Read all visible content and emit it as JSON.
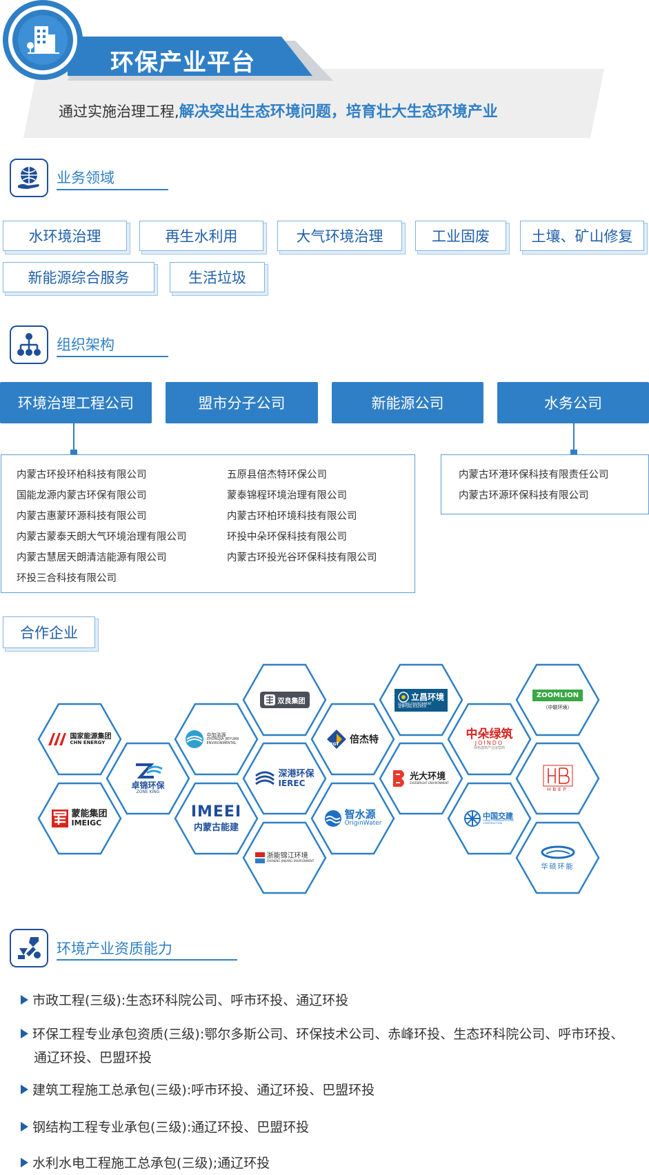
{
  "header": {
    "title": "环保产业平台",
    "tagline_prefix": "通过实施治理工程,",
    "tagline_highlight": "解决突出生态环境问题，培育壮大生态环境产业"
  },
  "business": {
    "title": "业务领域",
    "tags": [
      "水环境治理",
      "再生水利用",
      "大气环境治理",
      "工业固废",
      "土壤、矿山修复",
      "新能源综合服务",
      "生活垃圾"
    ]
  },
  "org": {
    "title": "组织架构",
    "companies": [
      "环境治理工程公司",
      "盟市分子公司",
      "新能源公司",
      "水务公司"
    ],
    "env_subs_left": [
      "内蒙古环投环柏科技有限公司",
      "国能龙源内蒙古环保有限公司",
      "内蒙古惠蒙环源科技有限公司",
      "内蒙古蒙泰天朗大气环境治理有限公司",
      "内蒙古慧居天朗清洁能源有限公司",
      "环投三合科技有限公司"
    ],
    "env_subs_right": [
      "五原县倍杰特环保公司",
      "蒙泰锦程环境治理有限公司",
      "内蒙古环柏环境科技有限公司",
      "环投中朵环保科技有限公司",
      "内蒙古环投光谷环保科技有限公司"
    ],
    "water_subs": [
      "内蒙古环港环保科技有限责任公司",
      "内蒙古环源环保科技有限公司"
    ]
  },
  "partners": {
    "title": "合作企业",
    "logos": {
      "chn_energy": {
        "cn": "国家能源集团",
        "en": "CHN ENERGY"
      },
      "zone_king": {
        "cn": "卓锦环保",
        "en": "ZONE KING"
      },
      "zhonghua": {
        "cn": "中加洁源",
        "en": "ZHONGJIA JIEYUAN ENVIRONMENTAL"
      },
      "shuangliang": {
        "cn": "双良集团"
      },
      "ierec": {
        "cn": "深港环保",
        "en": "IEREC"
      },
      "imeei": {
        "en": "IMEEI",
        "cn": "内蒙古能建"
      },
      "imeigc": {
        "cn": "蒙能集团",
        "en": "IMEIGC"
      },
      "zheneng": {
        "cn": "浙能锦江环境",
        "en": "ZHENENG JINJIANG ENVIRONMENT"
      },
      "beijiete": {
        "en": "BGT",
        "cn": "倍杰特"
      },
      "origin_water": {
        "cn": "智水源",
        "en": "OriginWater"
      },
      "lichang": {
        "cn": "立昌环境",
        "en": "LICHANG ENVIRONMENT",
        "code": "证券代码:832959"
      },
      "everbright": {
        "cn": "光大环境",
        "en": "EVERBRIGHT ENVIRONMENT"
      },
      "joindo": {
        "cn": "中朵绿筑",
        "en": "JOINDO",
        "slogan": "绿色建筑产业运营商"
      },
      "crcc": {
        "cn": "中国交建",
        "en": "CHINA COMMUNICATIONS CONSTRUCTION"
      },
      "zoomlion": {
        "en": "ZOOMLION",
        "cn": "（中联环境）"
      },
      "hbep": {
        "en": "HBEP"
      },
      "huashuo": {
        "cn": "华硕环能"
      }
    }
  },
  "qualifications": {
    "title": "环境产业资质能力",
    "items": [
      "市政工程(三级):生态环科院公司、呼市环投、通辽环投",
      "环保工程专业承包资质(三级):鄂尔多斯公司、环保技术公司、赤峰环投、生态环科院公司、呼市环投、",
      "通辽环投、巴盟环投",
      "建筑工程施工总承包(三级):呼市环投、通辽环投、巴盟环投",
      "钢结构工程专业承包(三级):通辽环投、巴盟环投",
      "水利水电工程施工总承包(三级);通辽环投"
    ]
  },
  "colors": {
    "primary": "#2f7fc6",
    "dark": "#1f4e9a",
    "red": "#d9251c"
  }
}
